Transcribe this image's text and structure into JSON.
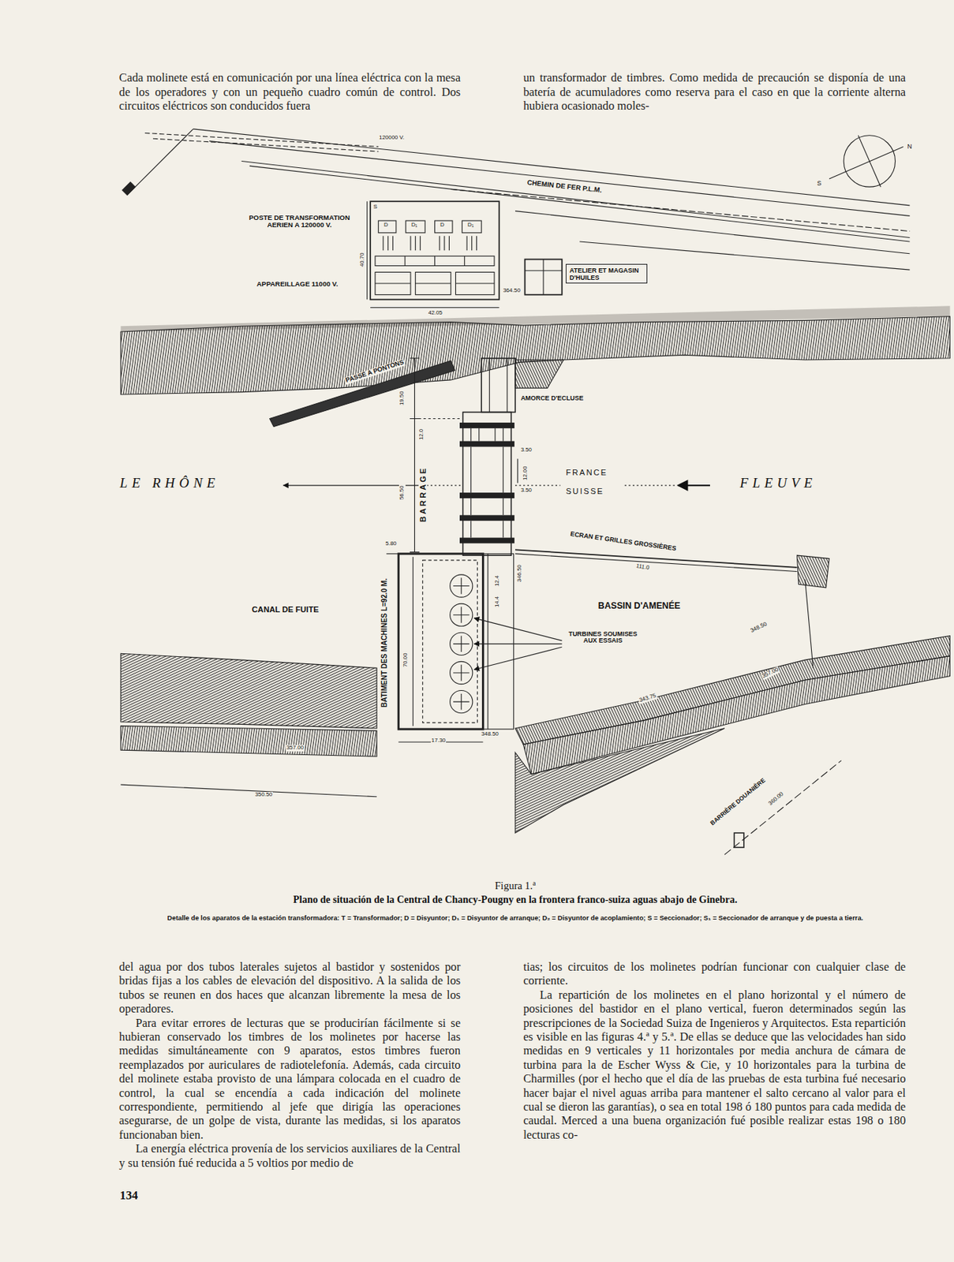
{
  "diagram": {
    "title": "Figura 1.ª",
    "caption": "Plano de situación de la Central de Chancy-Pougny en la frontera franco-suiza aguas abajo de Ginebra.",
    "nodes": [
      {
        "text": [
          "ATELIER ET MAGASIN D'HUILES"
        ]
      }
    ],
    "labels": [
      "Cada molinete está en comunicación por una línea eléctrica con la mesa de los operadores y con un pequeño cuadro común de control. Dos circuitos eléctricos son conducidos fuera",
      "un transformador de timbres. Como medida de precaución se disponía de una batería de acumuladores como reserva para el caso en que la corriente alterna hubiera ocasionado moles-",
      "POSTE DE TRANSFORMATION AERIEN A 120000 V.",
      "APPAREILLAGE 11000 V.",
      "120000 V.",
      "40.70",
      "42.05",
      "364.50",
      "CHEMIN DE FER P.L.M.",
      "N",
      "S",
      "PASSE A PONTONS",
      "AMORCE D'ECLUSE",
      "19.50",
      "12.0",
      "BARRAGE",
      "56.50",
      "3.50",
      "12.00",
      "3.50",
      "LE RHÔNE",
      "FRANCE",
      "SUISSE",
      "FLEUVE",
      "ECRAN ET GRILLES GROSSIÈRES",
      "111.0",
      "5.80",
      "346.50",
      "CANAL DE FUITE",
      "BATIMENT DES MACHINES L=92.0 M.",
      "70.00",
      "14.4",
      "12.4",
      "BASSIN D'AMENÉE",
      "TURBINES SOUMISES AUX ESSAIS",
      "348.50",
      "357.00",
      "343.75",
      "348.50",
      "17.30",
      "357.00",
      "350.50",
      "360.00",
      "BARRIÈRE DOUANIÈRE",
      "S",
      "D",
      "D₁",
      "D",
      "D₁",
      "Detalle de los aparatos de la estación transformadora: T = Transformador; D = Disyuntor; D₁ = Disyuntor de arranque; D₂ = Disyuntor de acoplamiento; S = Seccionador; S₁ = Seccionador de arranque y de puesta a tierra.",
      "del agua por dos tubos laterales sujetos al bastidor y sostenidos por bridas fijas a los cables de elevación del dispositivo. A la salida de los tubos se reunen en dos haces que alcanzan libremente la mesa de los operadores.",
      "Para evitar errores de lecturas que se producirían fácilmente si se hubieran conservado los timbres de los molinetes por hacerse las medidas simultáneamente con 9 aparatos, estos timbres fueron reemplazados por auriculares de radiotelefonía. Además, cada circuito del molinete estaba provisto de una lámpara colocada en el cuadro de control, la cual se encendía a cada indicación del molinete correspondiente, permitiendo al jefe que dirigía las operaciones asegurarse, de un golpe de vista, durante las medidas, si los aparatos funcionaban bien.",
      "La energía eléctrica provenía de los servicios auxiliares de la Central y su tensión fué reducida a 5 voltios por medio de",
      "tias; los circuitos de los molinetes podrían funcionar con cualquier clase de corriente.",
      "La repartición de los molinetes en el plano horizontal y el número de posiciones del bastidor en el plano vertical, fueron determinados según las prescripciones de la Sociedad Suiza de Ingenieros y Arquitectos. Esta repartición es visible en las figuras 4.ª y 5.ª. De ellas se deduce que las velocidades han sido medidas en 9 verticales y 11 horizontales por media anchura de cámara de turbina para la de Escher Wyss & Cie, y 10 horizontales para la turbina de Charmilles (por el hecho que el día de las pruebas de esta turbina fué necesario hacer bajar el nivel aguas arriba para mantener el salto cercano al valor para el cual se dieron las garantías), o sea en total 198 ó 180 puntos para cada medida de caudal. Merced a una buena organización fué posible realizar estas 198 o 180 lecturas co-",
      "134"
    ]
  }
}
